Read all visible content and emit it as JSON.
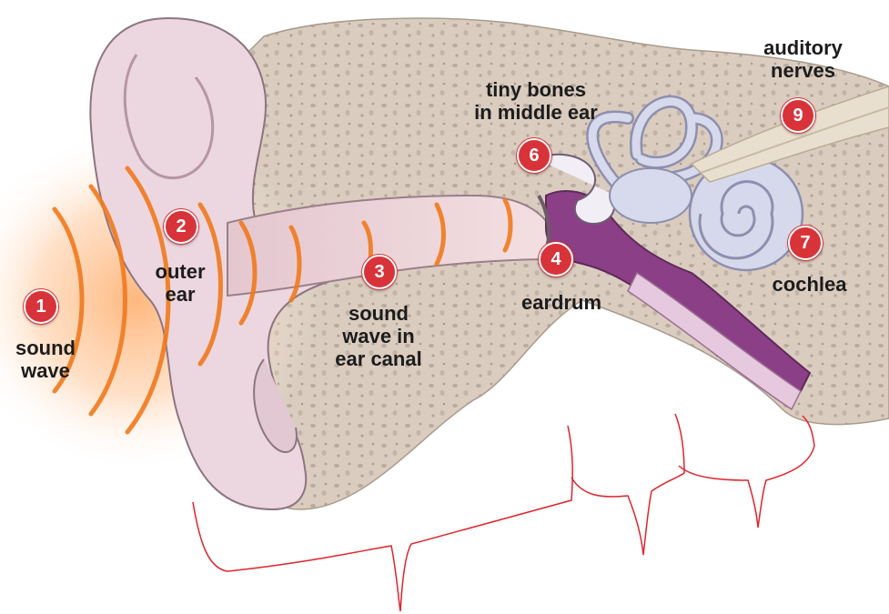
{
  "labels": {
    "sound_wave": [
      "sound",
      "wave"
    ],
    "outer_ear": [
      "outer",
      "ear"
    ],
    "ear_canal": [
      "sound",
      "wave in",
      "ear canal"
    ],
    "eardrum": [
      "eardrum"
    ],
    "tiny_bones": [
      "tiny bones",
      "in middle ear"
    ],
    "cochlea": [
      "cochlea"
    ],
    "auditory_nerves": [
      "auditory",
      "nerves"
    ]
  },
  "markers": {
    "sound_wave": "1",
    "outer_ear": "2",
    "ear_canal": "3",
    "eardrum": "4",
    "tiny_bones": "6",
    "cochlea": "7",
    "auditory_nerves": "9"
  },
  "colors": {
    "marker_red": "#d9333a",
    "bracket_red": "#e0242a",
    "wave_orange": "#f07a1e",
    "skin": "#ecd6df",
    "bone": "#d8c9bb",
    "middle_ear_purple": "#8b3f86",
    "inner_ear": "#cfd2e6"
  }
}
